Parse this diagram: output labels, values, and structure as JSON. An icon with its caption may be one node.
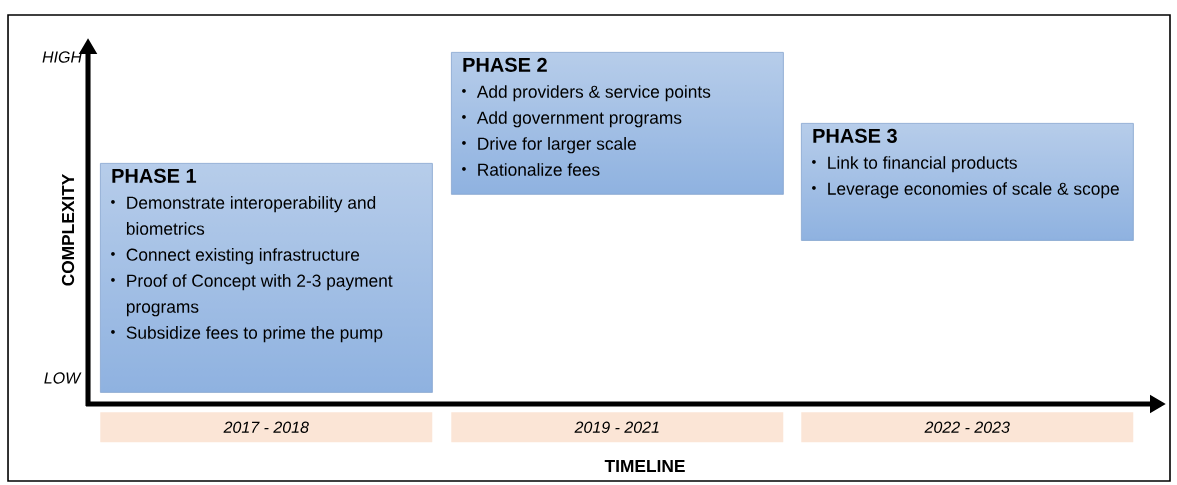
{
  "diagram": {
    "nodes": [
      {
        "text": [
          "PHASE 1",
          "Demonstrate interoperability and biometrics",
          "Connect existing infrastructure",
          "Proof of Concept with 2-3 payment programs",
          "Subsidize fees to prime the pump"
        ]
      },
      {
        "text": [
          "PHASE 2",
          "Add providers & service points",
          "Add government programs",
          "Drive for larger scale",
          "Rationalize fees"
        ]
      },
      {
        "text": [
          "PHASE 3",
          "Link to financial products",
          "Leverage economies of scale & scope"
        ]
      },
      {
        "text": [
          "2017 - 2018"
        ]
      },
      {
        "text": [
          "2019 - 2021"
        ]
      },
      {
        "text": [
          "2022 - 2023"
        ]
      }
    ],
    "labels": [
      "HIGH",
      "COMPLEXITY",
      "LOW",
      "TIMELINE"
    ]
  }
}
